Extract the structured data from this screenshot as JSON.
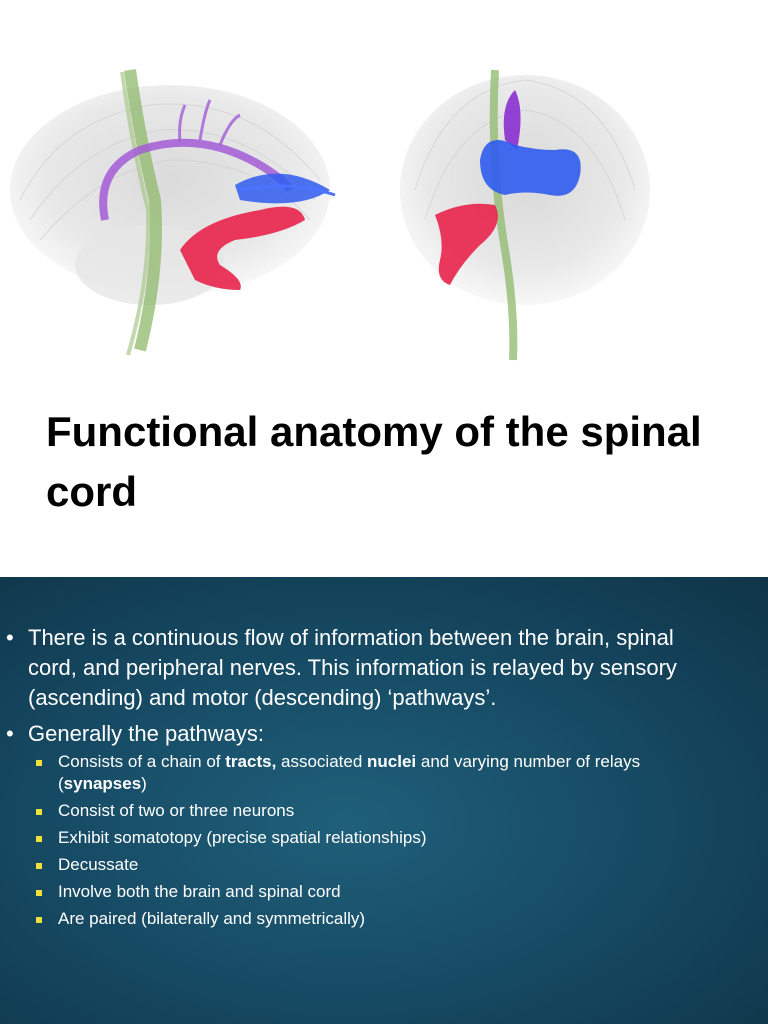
{
  "title": "Functional anatomy of the spinal cord",
  "images": {
    "left": "brain-tractography-sagittal-image",
    "right": "brain-tractography-coronal-image"
  },
  "colors": {
    "slide_bg": "#174c66",
    "bullet_square": "#f0e03a",
    "tract_purple": "#a35cd6",
    "tract_blue": "#2f5cf0",
    "tract_red": "#e8234a",
    "tract_green": "#8fb86b",
    "brain_gray": "#d9d9d9"
  },
  "bullets": [
    {
      "text": "There is a continuous flow of information between the brain, spinal cord, and peripheral nerves. This information is relayed by sensory (ascending) and motor (descending) ‘pathways’."
    },
    {
      "text": "Generally the pathways:",
      "sub": [
        {
          "parts": [
            {
              "t": "Consists of a chain of ",
              "b": false
            },
            {
              "t": "tracts,",
              "b": true
            },
            {
              "t": " associated ",
              "b": false
            },
            {
              "t": "nuclei",
              "b": true
            },
            {
              "t": " and varying number of relays (",
              "b": false
            },
            {
              "t": "synapses",
              "b": true
            },
            {
              "t": ")",
              "b": false
            }
          ]
        },
        {
          "parts": [
            {
              "t": "Consist of two or three neurons",
              "b": false
            }
          ]
        },
        {
          "parts": [
            {
              "t": "Exhibit somatotopy (precise spatial relationships)",
              "b": false
            }
          ]
        },
        {
          "parts": [
            {
              "t": "Decussate",
              "b": false
            }
          ]
        },
        {
          "parts": [
            {
              "t": "Involve both the brain and spinal cord",
              "b": false
            }
          ]
        },
        {
          "parts": [
            {
              "t": "Are paired (bilaterally and symmetrically)",
              "b": false
            }
          ]
        }
      ]
    }
  ]
}
